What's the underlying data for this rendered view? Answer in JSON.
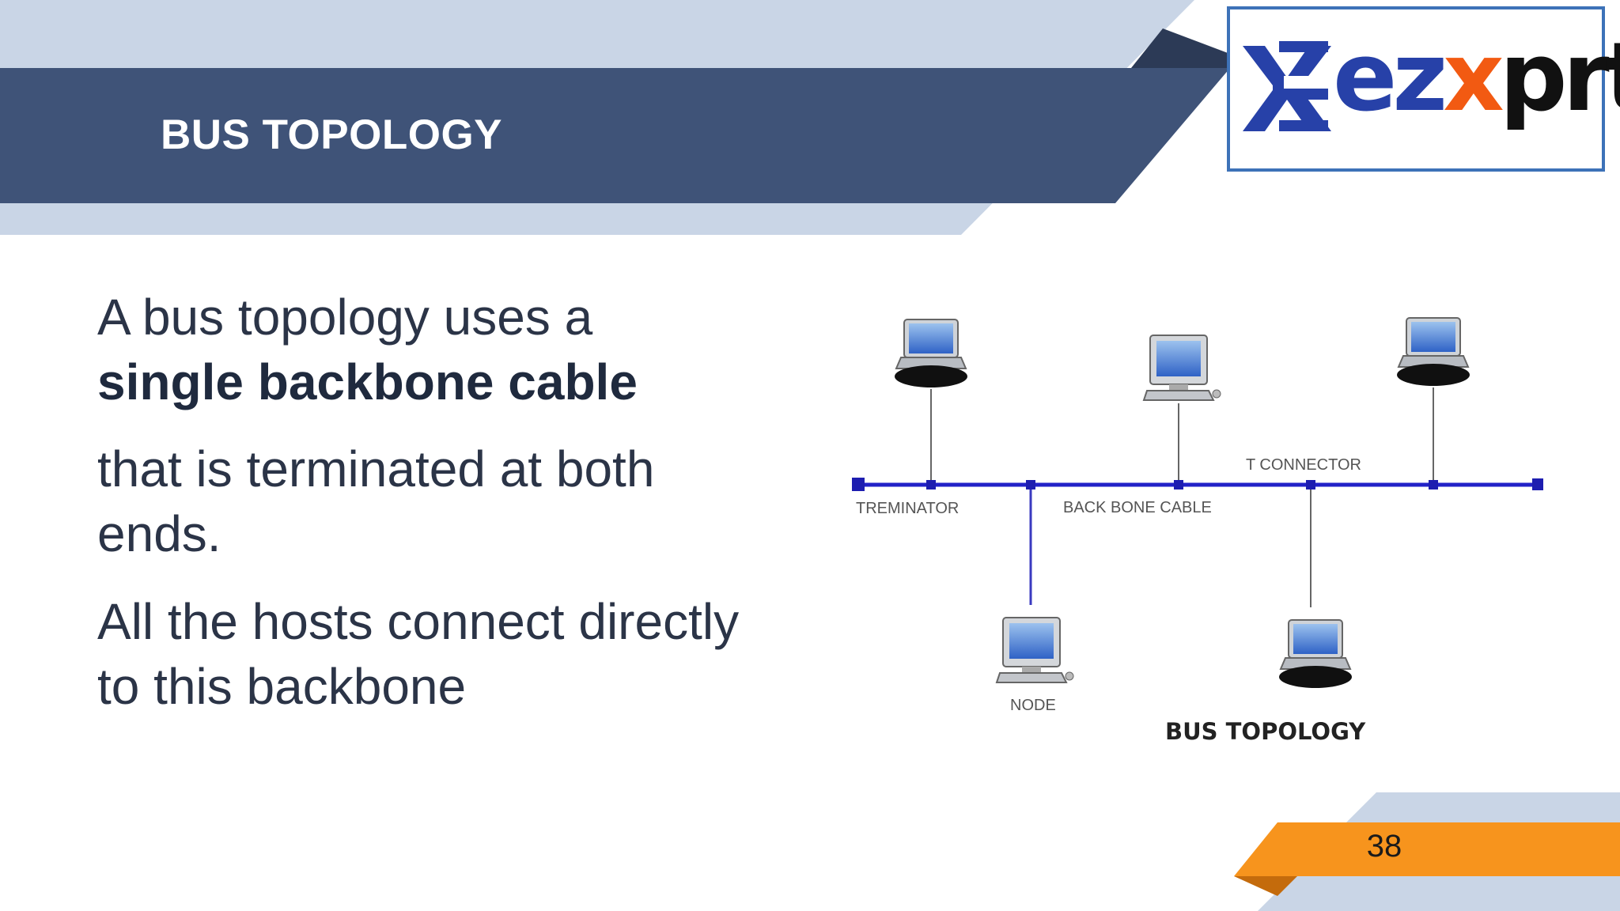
{
  "slide": {
    "title": "BUS TOPOLOGY",
    "page_number": "38"
  },
  "logo": {
    "text_blue": "ez",
    "text_orange": "x",
    "text_black": "prt",
    "colors": {
      "blue": "#2741a8",
      "orange": "#f25a12",
      "black": "#111111"
    }
  },
  "content": {
    "p1_pre": "A bus topology uses a ",
    "p1_bold": "single backbone cable",
    "p2": "that is terminated at both ends.",
    "p3": "All the hosts connect directly to this backbone"
  },
  "diagram": {
    "labels": {
      "terminator": "TREMINATOR",
      "backbone": "BACK BONE CABLE",
      "t_connector": "T CONNECTOR",
      "node": "NODE"
    },
    "title": "BUS TOPOLOGY",
    "icons": [
      "laptop-icon",
      "desktop-computer-icon",
      "laptop-icon",
      "desktop-computer-icon",
      "laptop-icon"
    ]
  },
  "colors": {
    "banner_dark": "#3f5378",
    "banner_light": "#c9d5e6",
    "accent_orange": "#f7941d",
    "bus_line": "#2222c8"
  }
}
